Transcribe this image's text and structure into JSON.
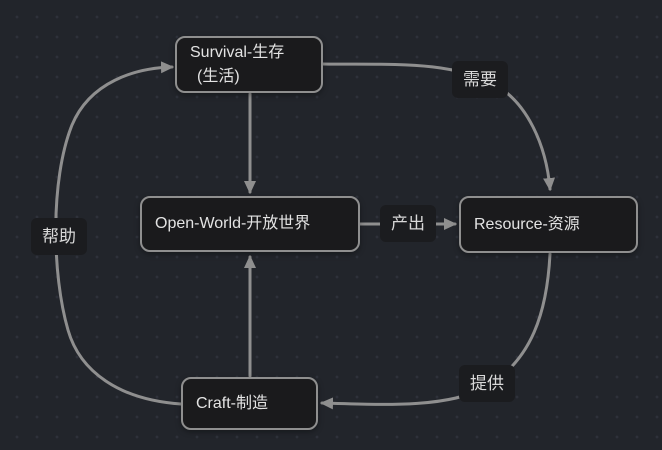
{
  "canvas": {
    "background_color": "#22252b",
    "dot_color": "#2e313a",
    "edge_color": "#8f8f8f",
    "node_fill": "#1a1a1c",
    "node_border_color": "#8f8f8f",
    "node_text_color": "#e3e3e3",
    "edge_label_bg": "#1b1c1f",
    "edge_label_text_color": "#d9d9d9"
  },
  "nodes": {
    "survival": {
      "line1": "Survival-生存",
      "line2": "(生活)"
    },
    "open_world": {
      "label": "Open-World-开放世界"
    },
    "resource": {
      "label": "Resource-资源"
    },
    "craft": {
      "label": "Craft-制造"
    }
  },
  "edges": [
    {
      "from": "Survival-生存 (生活)",
      "to": "Open-World-开放世界",
      "label": ""
    },
    {
      "from": "Craft-制造",
      "to": "Open-World-开放世界",
      "label": ""
    },
    {
      "from": "Open-World-开放世界",
      "to": "Resource-资源",
      "label": "产出"
    },
    {
      "from": "Survival-生存 (生活)",
      "to": "Resource-资源",
      "label": "需要"
    },
    {
      "from": "Resource-资源",
      "to": "Craft-制造",
      "label": "提供"
    },
    {
      "from": "Craft-制造",
      "to": "Survival-生存 (生活)",
      "label": "帮助"
    }
  ]
}
